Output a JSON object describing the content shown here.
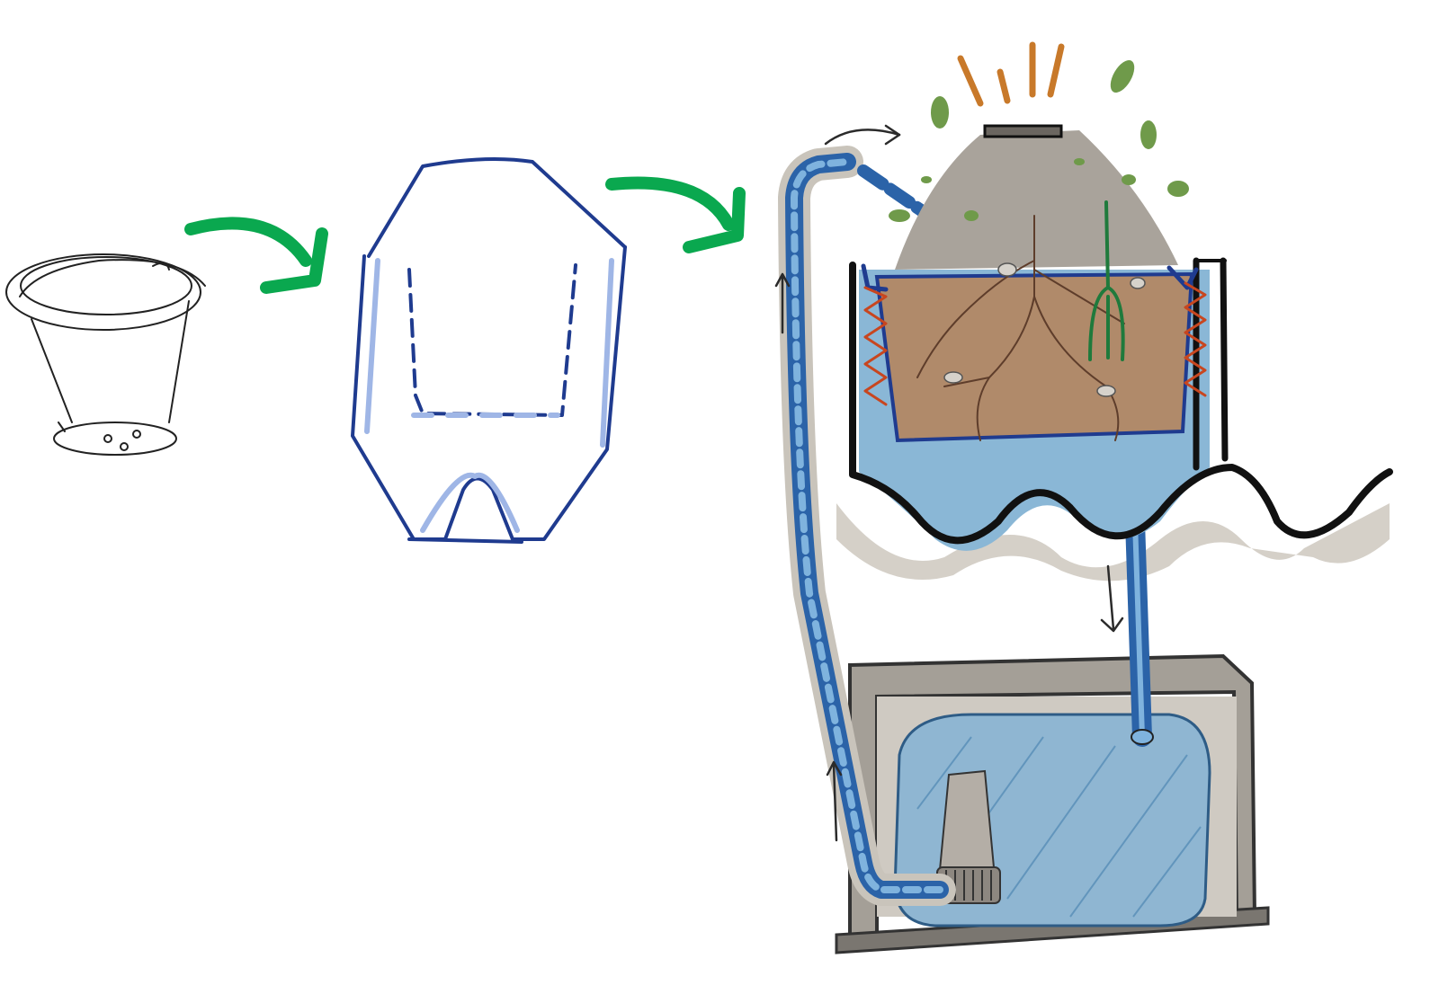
{
  "diagram": {
    "stages": [
      "plant-pot-sketch",
      "pot-insert-sketch",
      "irrigated-planter-system"
    ],
    "colors": {
      "arrow_green": "#0aa84f",
      "ink_blue": "#1f3b8f",
      "ink_dark": "#222222",
      "water_blue": "#5b9fd0",
      "soil_brown": "#b08a6a",
      "paper_gray": "#c9c4bb",
      "foliage_green": "#6f9a4a",
      "sun_orange": "#c8792a",
      "heater_red": "#c8461f",
      "tool_green": "#1f7a3c"
    },
    "icons": [
      "sun-rays-icon",
      "plant-icon",
      "fork-tool-icon",
      "flow-arrow-icon",
      "pump-icon"
    ]
  }
}
